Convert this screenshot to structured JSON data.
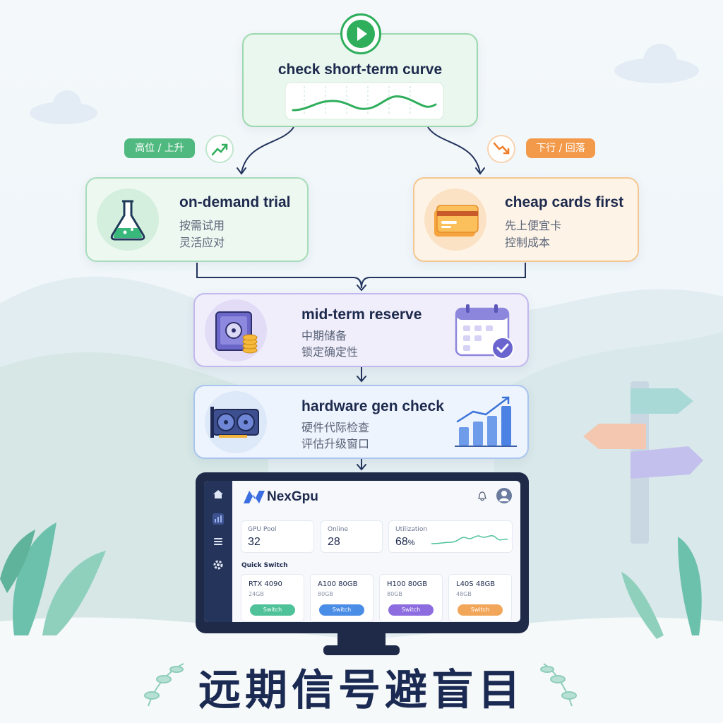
{
  "flow": {
    "start": {
      "title": "check short-term curve",
      "icon": "play-icon"
    },
    "branch_up": {
      "label": "高位 / 上升",
      "icon": "trend-up-icon",
      "color": "#4fb97f"
    },
    "branch_down": {
      "label": "下行 / 回落",
      "icon": "trend-down-icon",
      "color": "#f2994a"
    },
    "on_demand": {
      "title": "on-demand trial",
      "line1": "按需试用",
      "line2": "灵活应对",
      "icon": "flask-icon",
      "color": "#63c38f"
    },
    "cheap": {
      "title": "cheap cards first",
      "line1": "先上便宜卡",
      "line2": "控制成本",
      "icon": "credit-card-icon",
      "color": "#f4b26a"
    },
    "reserve": {
      "title": "mid-term reserve",
      "line1": "中期储备",
      "line2": "锁定确定性",
      "icon": "safe-icon",
      "color": "#9d8fe0"
    },
    "hardware": {
      "title": "hardware gen check",
      "line1": "硬件代际检查",
      "line2": "评估升级窗口",
      "icon": "gpu-card-icon",
      "color": "#7fa6e8"
    }
  },
  "dashboard": {
    "brand": "NexGpu",
    "stats": [
      {
        "label": "GPU Pool",
        "value": "32"
      },
      {
        "label": "Online",
        "value": "28"
      },
      {
        "label": "Utilization",
        "value": "68",
        "unit": "%"
      }
    ],
    "quick_switch_label": "Quick Switch",
    "cards": [
      {
        "name": "RTX 4090",
        "mem": "24GB",
        "button": "Switch",
        "color": "#4fc29a"
      },
      {
        "name": "A100 80GB",
        "mem": "80GB",
        "button": "Switch",
        "color": "#4a8de6"
      },
      {
        "name": "H100 80GB",
        "mem": "80GB",
        "button": "Switch",
        "color": "#8d6ce0"
      },
      {
        "name": "L40S 48GB",
        "mem": "48GB",
        "button": "Switch",
        "color": "#f2a65a"
      }
    ]
  },
  "footer_title": "远期信号避盲目"
}
